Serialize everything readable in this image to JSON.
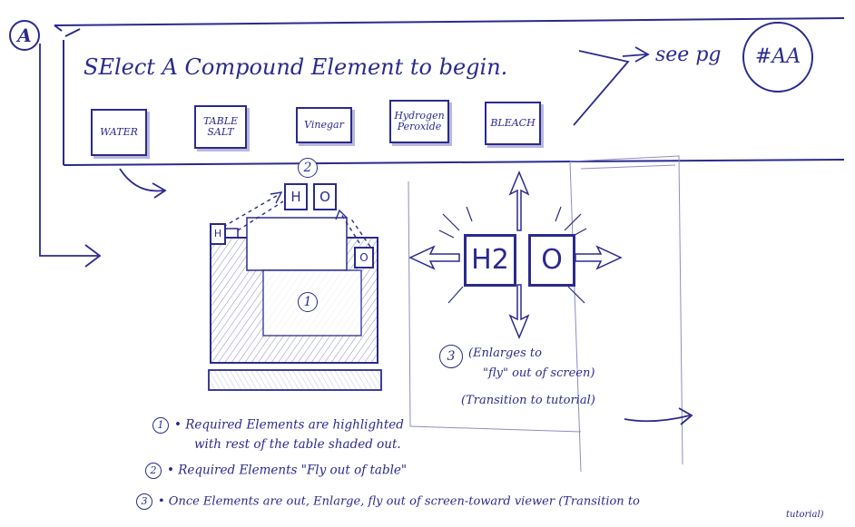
{
  "section_label": "A",
  "header": {
    "prompt": "SElect A Compound Element to begin.",
    "see_page": "see pg",
    "page_ref": "#AA"
  },
  "compounds": [
    {
      "id": "water",
      "label": "WATER"
    },
    {
      "id": "table-salt",
      "label": "TABLE SALT"
    },
    {
      "id": "vinegar",
      "label": "Vinegar"
    },
    {
      "id": "hydrogen-peroxide",
      "label": "Hydrogen Peroxide"
    },
    {
      "id": "bleach",
      "label": "BLEACH"
    }
  ],
  "tiles": {
    "h": "H",
    "o": "O",
    "h2": "H2",
    "o_big": "O"
  },
  "markers": {
    "one": "1",
    "two": "2",
    "three": "3"
  },
  "enlarge_notes": [
    "(Enlarges to",
    "\"fly\" out of screen)",
    "(Transition to tutorial)"
  ],
  "legend": [
    {
      "num": "1",
      "text": "• Required Elements are highlighted",
      "cont": "with rest of the table shaded out."
    },
    {
      "num": "2",
      "text": "• Required Elements \"Fly out of table\""
    },
    {
      "num": "3",
      "text": "• Once Elements are out, Enlarge, fly out of screen-toward viewer (Transition to",
      "cont": "tutorial)"
    }
  ]
}
